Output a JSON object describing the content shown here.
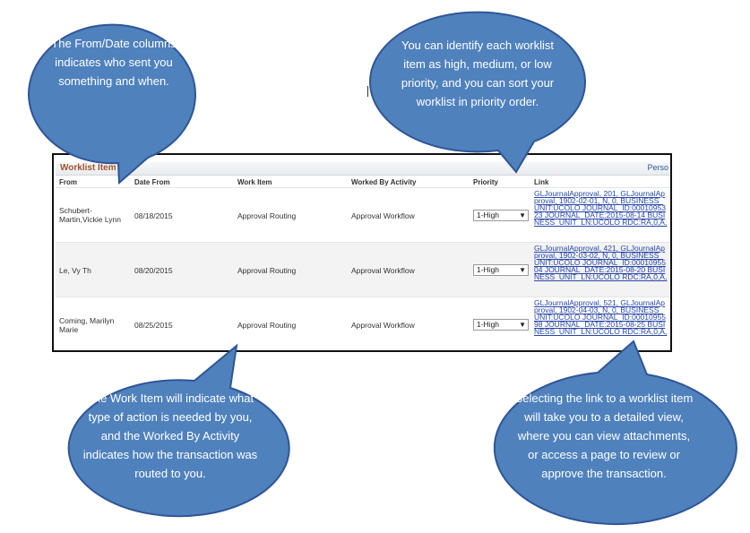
{
  "callouts": {
    "from_date": "The From/Date columns indicates who sent you something and when.",
    "priority": "You can identify each worklist item as high, medium, or low priority, and you can sort your worklist in priority order.",
    "work_item": "The Work Item will indicate what type of action is needed by you, and the Worked By Activity indicates how the transaction was routed to you.",
    "link": "Selecting the link to a worklist item will take you to a detailed view, where you can view attachments, or access a page to review or approve the transaction."
  },
  "grid": {
    "title": "Worklist Item",
    "right_label": "Perso",
    "columns": [
      "From",
      "Date From",
      "Work Item",
      "Worked By Activity",
      "Priority",
      "Link"
    ],
    "rows": [
      {
        "from": "Schubert-Martin,Vickie Lynn",
        "date": "08/18/2015",
        "work_item": "Approval Routing",
        "activity": "Approval Workflow",
        "priority": "1-High",
        "link": "GLJournalApproval, 201, GLJournalApproval, 1902-02-01, N, 0, BUSINESS_UNIT:UCOLO JOURNAL_ID:0001095323 JOURNAL_DATE:2015-08-14 BUSINESS_UNIT_LN:UCOLO RDC:RA,0,A,"
      },
      {
        "from": "Le, Vy Th",
        "date": "08/20/2015",
        "work_item": "Approval Routing",
        "activity": "Approval Workflow",
        "priority": "1-High",
        "link": "GLJournalApproval, 421, GLJournalApproval, 1902-03-02, N, 0, BUSINESS_UNIT:UCOLO JOURNAL_ID:0001095504 JOURNAL_DATE:2015-08-20 BUSINESS_UNIT_LN:UCOLO RDC:RA,0,A,"
      },
      {
        "from": "Coming, Marilyn Marie",
        "date": "08/25/2015",
        "work_item": "Approval Routing",
        "activity": "Approval Workflow",
        "priority": "1-High",
        "link": "GLJournalApproval, 521, GLJournalApproval, 1902-04-03, N, 0, BUSINESS_UNIT:UCOLO JOURNAL_ID:0001095598 JOURNAL_DATE:2015-08-25 BUSINESS_UNIT_LN:UCOLO RDC:RA,0,A,"
      }
    ]
  },
  "colors": {
    "bubble_fill": "#4f81bd",
    "bubble_stroke": "#2f5597",
    "link": "#2746a8",
    "title": "#a0522d"
  },
  "icons": {
    "dropdown": "triangle-down"
  }
}
